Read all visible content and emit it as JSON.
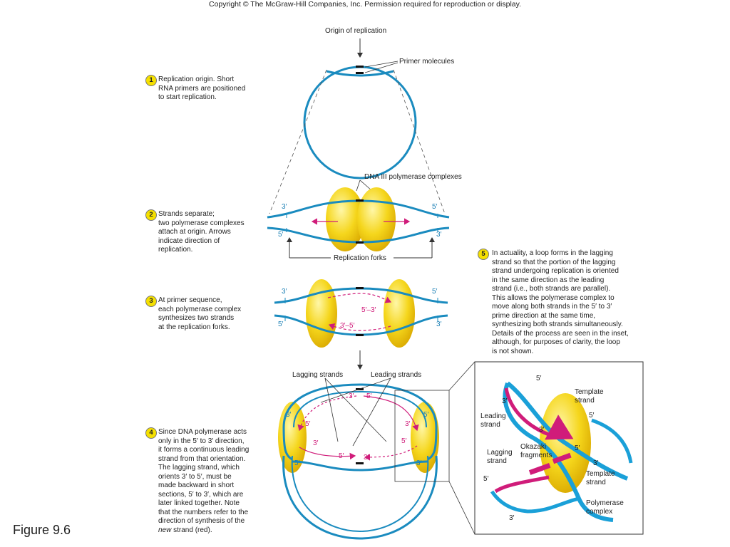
{
  "copyright": "Copyright © The McGraw-Hill Companies, Inc. Permission required for reproduction or display.",
  "figure_label": "Figure 9.6",
  "labels": {
    "origin": "Origin of replication",
    "primers": "Primer molecules",
    "dna3": "DNA III polymerase complexes",
    "forks": "Replication forks",
    "lagging_strands": "Lagging strands",
    "leading_strands": "Leading strands",
    "inset_template_top": "Template\nstrand",
    "inset_leading": "Leading\nstrand",
    "inset_okazaki": "Okazaki\nfragments",
    "inset_lagging": "Lagging\nstrand",
    "inset_template_bottom": "Template\nstrand",
    "inset_polymerase": "Polymerase\ncomplex"
  },
  "steps": [
    {
      "num": "1",
      "text": "Replication origin. Short\nRNA primers are positioned\nto start replication."
    },
    {
      "num": "2",
      "text": "Strands separate;\ntwo polymerase complexes\nattach at origin. Arrows\nindicate direction of\nreplication."
    },
    {
      "num": "3",
      "text": "At primer sequence,\neach polymerase complex\nsynthesizes two strands\nat the replication forks."
    },
    {
      "num": "4",
      "text": "Since DNA polymerase acts\nonly in the 5′ to 3′ direction,\nit forms a continuous leading\nstrand from that orientation.\nThe lagging strand, which\norients 3′ to 5′, must be\nmade backward in short\nsections, 5′ to 3′, which are\nlater linked together. Note\nthat the numbers refer to the\ndirection of synthesis of the\nnew strand (red)."
    },
    {
      "num": "5",
      "text": "In actuality, a loop forms in the lagging\nstrand so that the portion of the lagging\nstrand undergoing replication is oriented\nin the same direction as the leading\nstrand (i.e., both strands are parallel).\nThis allows the polymerase complex to\nmove along both strands in the 5′ to 3′\nprime direction at the same time,\nsynthesizing both strands simultaneously.\nDetails of the process are seen in the inset,\nalthough, for purposes of clarity, the loop\nis not shown."
    }
  ],
  "ends": {
    "p3": "3′",
    "p5": "5′",
    "r53": "5′–3′",
    "r35": "3′–5′"
  },
  "colors": {
    "strand": "#1a8bbf",
    "new_strand": "#d01c7a",
    "polymerase": "#f3d21a",
    "badge": "#f5e000"
  }
}
